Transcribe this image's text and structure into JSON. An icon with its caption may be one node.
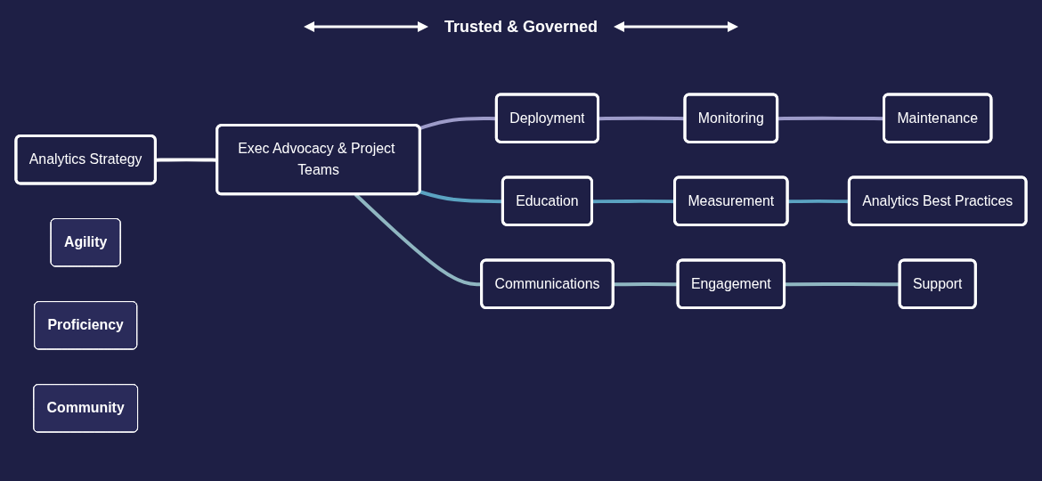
{
  "diagram": {
    "nodes": [
      {
        "text": [
          "Analytics Strategy"
        ]
      },
      {
        "text": [
          "Exec Advocacy & Project Teams"
        ]
      },
      {
        "text": [
          "Deployment"
        ]
      },
      {
        "text": [
          "Monitoring"
        ]
      },
      {
        "text": [
          "Maintenance"
        ]
      },
      {
        "text": [
          "Agility"
        ]
      },
      {
        "text": [
          "Education"
        ]
      },
      {
        "text": [
          "Measurement"
        ]
      },
      {
        "text": [
          "Analytics Best Practices"
        ]
      },
      {
        "text": [
          "Proficiency"
        ]
      },
      {
        "text": [
          "Communications"
        ]
      },
      {
        "text": [
          "Engagement"
        ]
      },
      {
        "text": [
          "Support"
        ]
      },
      {
        "text": [
          "Community"
        ]
      }
    ],
    "edges": [
      {
        "from": 0,
        "to": 1,
        "arrow": "none",
        "color": "#ffffff"
      },
      {
        "from": 1,
        "to": 2,
        "arrow": "none",
        "color": "#9d9bc9"
      },
      {
        "from": 1,
        "to": 6,
        "arrow": "none",
        "color": "#5ba3c2"
      },
      {
        "from": 1,
        "to": 10,
        "arrow": "none",
        "color": "#8fb6c1"
      },
      {
        "from": 2,
        "to": 3,
        "arrow": "none",
        "color": "#9d9bc9"
      },
      {
        "from": 3,
        "to": 4,
        "arrow": "none",
        "color": "#9d9bc9"
      },
      {
        "from": 6,
        "to": 7,
        "arrow": "none",
        "color": "#5ba3c2"
      },
      {
        "from": 7,
        "to": 8,
        "arrow": "none",
        "color": "#5ba3c2"
      },
      {
        "from": 10,
        "to": 11,
        "arrow": "none",
        "color": "#8fb6c1"
      },
      {
        "from": 11,
        "to": 12,
        "arrow": "none",
        "color": "#8fb6c1"
      }
    ],
    "labels": [
      "Trusted & Governed"
    ]
  }
}
